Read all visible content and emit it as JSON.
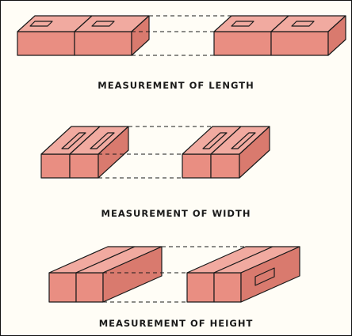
{
  "captions": {
    "length": "MEASUREMENT OF LENGTH",
    "width": "MEASUREMENT OF WIDTH",
    "height": "MEASUREMENT OF HEIGHT"
  },
  "colors": {
    "brick_front": "#e98e82",
    "brick_top": "#f1aaa0",
    "brick_side": "#d97a6e",
    "ink": "#1a1a1a",
    "background": "#fffdf6"
  }
}
